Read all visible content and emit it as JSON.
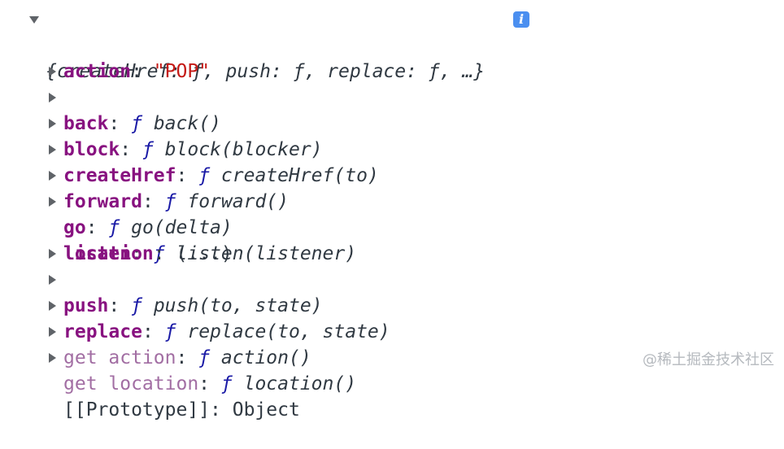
{
  "object": {
    "summary": "{createHref: ƒ, push: ƒ, replace: ƒ, …}",
    "info_icon": "i",
    "properties": [
      {
        "key": "action",
        "value_string": "\"POP\""
      },
      {
        "key": "back",
        "fn": "ƒ",
        "signature": "back()"
      },
      {
        "key": "block",
        "fn": "ƒ",
        "signature": "block(blocker)"
      },
      {
        "key": "createHref",
        "fn": "ƒ",
        "signature": "createHref(to)"
      },
      {
        "key": "forward",
        "fn": "ƒ",
        "signature": "forward()"
      },
      {
        "key": "go",
        "fn": "ƒ",
        "signature": "go(delta)"
      },
      {
        "key": "listen",
        "fn": "ƒ",
        "signature": "listen(listener)"
      },
      {
        "key": "location",
        "value_plain": "(...)"
      },
      {
        "key": "push",
        "fn": "ƒ",
        "signature": "push(to, state)"
      },
      {
        "key": "replace",
        "fn": "ƒ",
        "signature": "replace(to, state)"
      },
      {
        "key": "get action",
        "fn": "ƒ",
        "signature": "action()"
      },
      {
        "key": "get location",
        "fn": "ƒ",
        "signature": "location()"
      },
      {
        "key": "[[Prototype]]",
        "value_plain": "Object"
      }
    ]
  },
  "watermark": "@稀土掘金技术社区",
  "colors": {
    "key": "#881280",
    "getter_key": "#a26ea3",
    "string": "#c41a16",
    "function_symbol": "#1a1aa6",
    "info_badge": "#4b8ff0"
  }
}
